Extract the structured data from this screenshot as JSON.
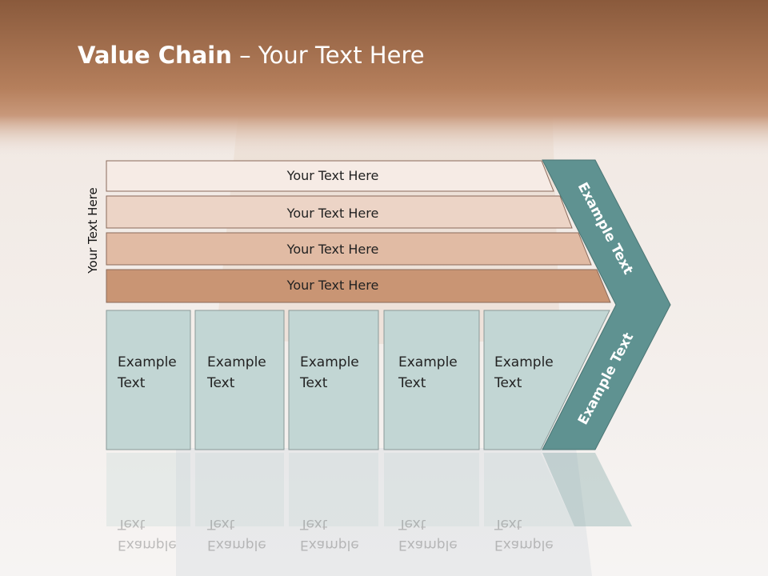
{
  "slide": {
    "title_bold": "Value Chain",
    "title_rest": " – Your Text Here",
    "side_label": "Your Text Here"
  },
  "bars": [
    {
      "label": "Your Text Here",
      "color": "#f6ebe5"
    },
    {
      "label": "Your Text Here",
      "color": "#ecd4c6"
    },
    {
      "label": "Your Text Here",
      "color": "#e1bba4"
    },
    {
      "label": "Your Text Here",
      "color": "#c99574"
    }
  ],
  "boxes": [
    {
      "line1": "Example",
      "line2": "Text"
    },
    {
      "line1": "Example",
      "line2": "Text"
    },
    {
      "line1": "Example",
      "line2": "Text"
    },
    {
      "line1": "Example",
      "line2": "Text"
    },
    {
      "line1": "Example",
      "line2": "Text"
    }
  ],
  "chevron": {
    "top_label": "Example Text",
    "bottom_label": "Example Text",
    "color": "#5f9291"
  },
  "colors": {
    "header": "#a8714e",
    "box_fill": "#c2d6d4"
  }
}
